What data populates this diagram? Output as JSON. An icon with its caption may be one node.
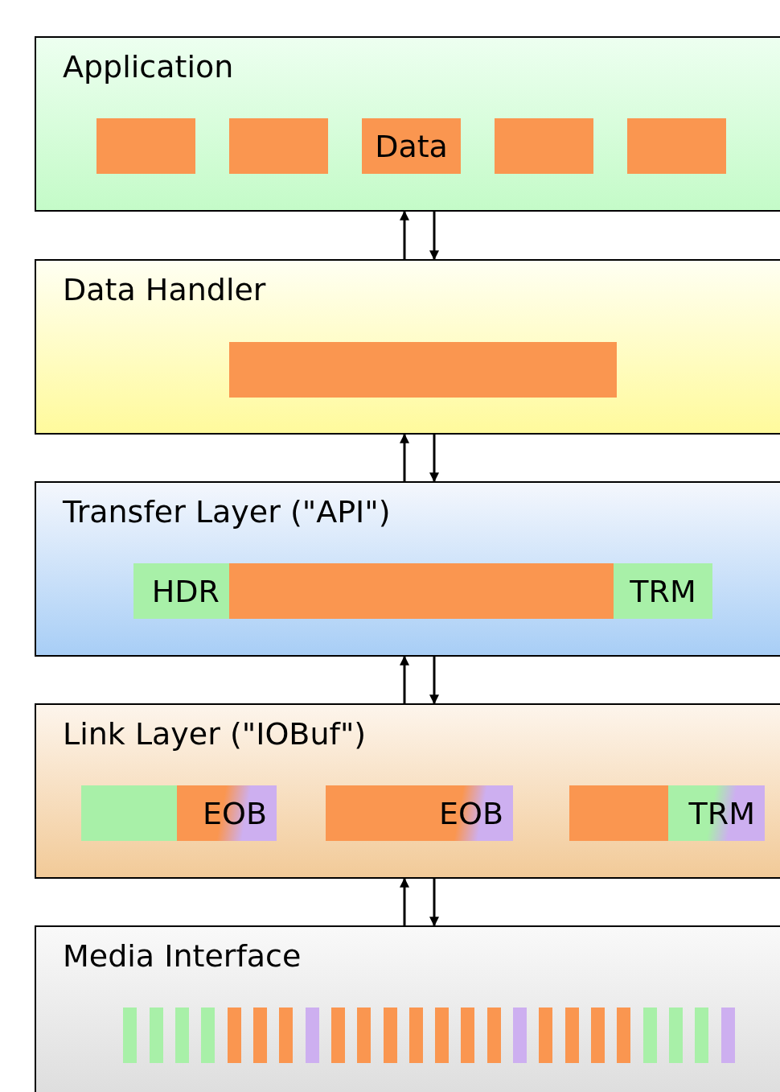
{
  "diagram": {
    "nodes": [
      {
        "text": [
          "Application"
        ]
      },
      {
        "text": [],
        "shape": "box",
        "in": 0
      },
      {
        "text": [],
        "shape": "box",
        "in": 0
      },
      {
        "text": [
          "Data"
        ],
        "in": 0
      },
      {
        "text": [],
        "shape": "box",
        "in": 0
      },
      {
        "text": [],
        "shape": "box",
        "in": 0
      },
      {
        "text": [
          "Data Handler"
        ]
      },
      {
        "text": [],
        "shape": "box",
        "in": 6
      },
      {
        "text": [
          "Transfer Layer (\"API\")"
        ]
      },
      {
        "text": [
          "HDR"
        ],
        "in": 8
      },
      {
        "text": [],
        "shape": "box",
        "in": 8
      },
      {
        "text": [
          "TRM"
        ],
        "in": 8
      },
      {
        "text": [
          "Link Layer (\"IOBuf\")"
        ]
      },
      {
        "text": [],
        "shape": "box",
        "in": 12
      },
      {
        "text": [
          "EOB"
        ],
        "in": 12
      },
      {
        "text": [
          "EOB"
        ],
        "in": 12
      },
      {
        "text": [],
        "shape": "box",
        "in": 12
      },
      {
        "text": [
          "TRM"
        ],
        "in": 12
      },
      {
        "text": [
          "Media Interface"
        ]
      },
      {
        "text": [],
        "shape": "bar",
        "in": 18
      },
      {
        "text": [],
        "shape": "bar",
        "in": 18
      },
      {
        "text": [],
        "shape": "bar",
        "in": 18
      },
      {
        "text": [],
        "shape": "bar",
        "in": 18
      },
      {
        "text": [],
        "shape": "bar",
        "in": 18
      },
      {
        "text": [],
        "shape": "bar",
        "in": 18
      },
      {
        "text": [],
        "shape": "bar",
        "in": 18
      },
      {
        "text": [],
        "shape": "bar",
        "in": 18
      },
      {
        "text": [],
        "shape": "bar",
        "in": 18
      },
      {
        "text": [],
        "shape": "bar",
        "in": 18
      },
      {
        "text": [],
        "shape": "bar",
        "in": 18
      },
      {
        "text": [],
        "shape": "bar",
        "in": 18
      },
      {
        "text": [],
        "shape": "bar",
        "in": 18
      },
      {
        "text": [],
        "shape": "bar",
        "in": 18
      },
      {
        "text": [],
        "shape": "bar",
        "in": 18
      },
      {
        "text": [],
        "shape": "bar",
        "in": 18
      },
      {
        "text": [],
        "shape": "bar",
        "in": 18
      },
      {
        "text": [],
        "shape": "bar",
        "in": 18
      },
      {
        "text": [],
        "shape": "bar",
        "in": 18
      },
      {
        "text": [],
        "shape": "bar",
        "in": 18
      },
      {
        "text": [],
        "shape": "bar",
        "in": 18
      },
      {
        "text": [],
        "shape": "bar",
        "in": 18
      },
      {
        "text": [],
        "shape": "bar",
        "in": 18
      },
      {
        "text": [],
        "shape": "bar",
        "in": 18
      }
    ],
    "edges": [
      {
        "from": 6,
        "to": 0,
        "arrow": "to"
      },
      {
        "from": 0,
        "to": 6,
        "arrow": "to"
      },
      {
        "from": 8,
        "to": 6,
        "arrow": "to"
      },
      {
        "from": 6,
        "to": 8,
        "arrow": "to"
      },
      {
        "from": 12,
        "to": 8,
        "arrow": "to"
      },
      {
        "from": 8,
        "to": 12,
        "arrow": "to"
      },
      {
        "from": 18,
        "to": 12,
        "arrow": "to"
      },
      {
        "from": 12,
        "to": 18,
        "arrow": "to"
      }
    ]
  }
}
